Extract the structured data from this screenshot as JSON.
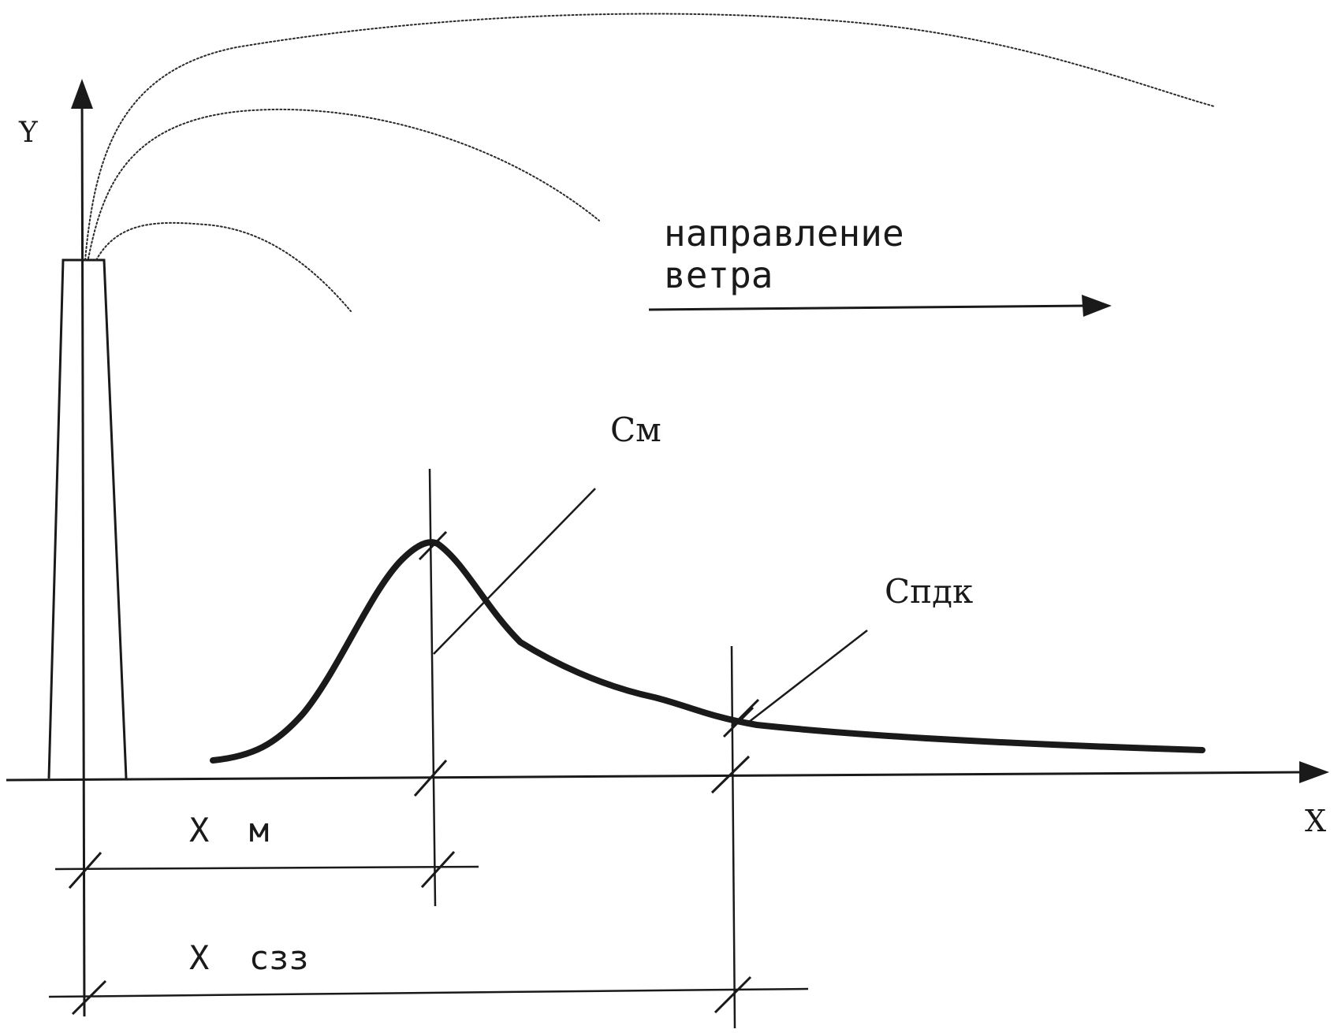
{
  "labels": {
    "y_axis": "Y",
    "x_axis": "X",
    "wind_line1": "направление",
    "wind_line2": "ветра",
    "cm": "См",
    "cpdk": "Спдк",
    "x_m": "Х  м",
    "x_szz": "Х  сзз"
  },
  "colors": {
    "ink": "#1a1a1a",
    "background": "#ffffff"
  }
}
